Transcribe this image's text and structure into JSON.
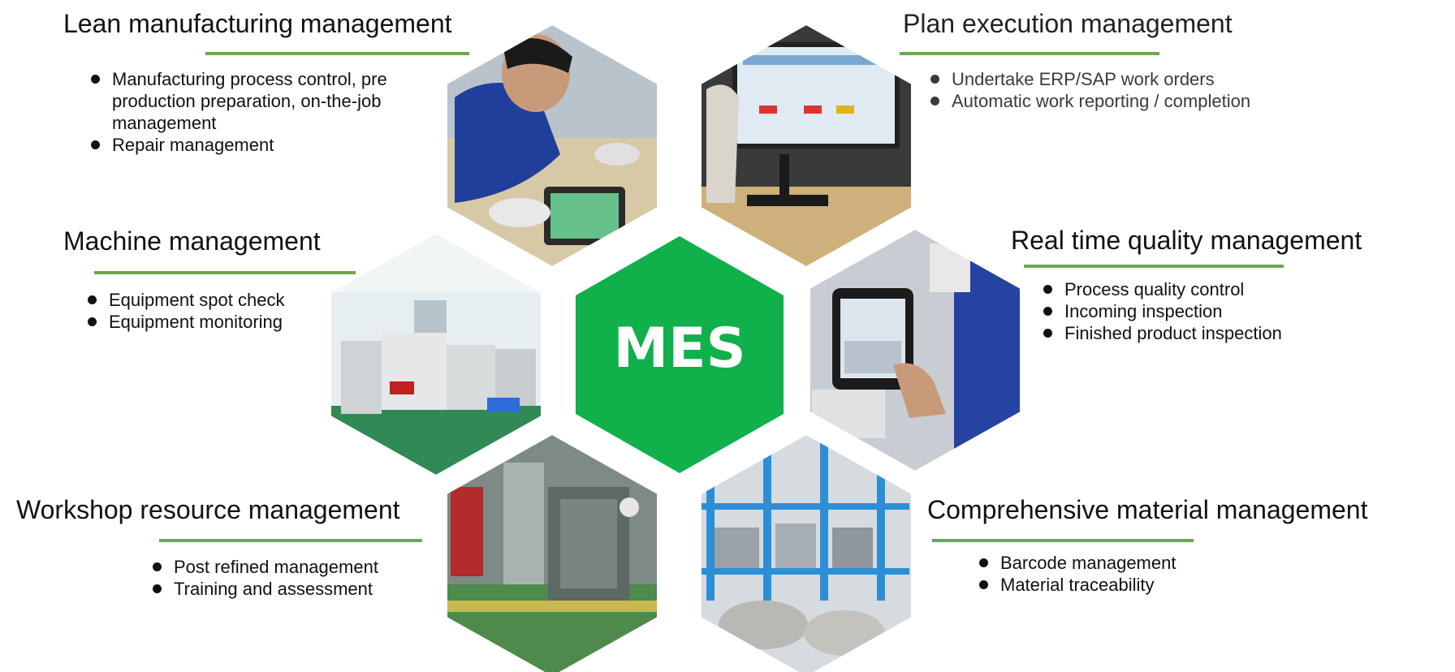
{
  "center": {
    "label": "MES",
    "color": "#10b04a"
  },
  "accent_color": "#6aa84f",
  "sections": {
    "lean": {
      "title": "Lean manufacturing management",
      "items": [
        "Manufacturing process control, pre",
        "production preparation, on-the-job",
        "management",
        "Repair management"
      ]
    },
    "plan": {
      "title": "Plan execution management",
      "items": [
        "Undertake ERP/SAP work orders",
        "Automatic work reporting / completion"
      ]
    },
    "machine": {
      "title": "Machine management",
      "items": [
        "Equipment spot check",
        "Equipment monitoring"
      ]
    },
    "quality": {
      "title": "Real time quality management",
      "items": [
        "Process quality control",
        "Incoming inspection",
        "Finished product inspection"
      ]
    },
    "workshop": {
      "title": "Workshop resource management",
      "items": [
        "Post refined management",
        "Training and assessment"
      ]
    },
    "material": {
      "title": "Comprehensive material management",
      "items": [
        "Barcode management",
        "Material traceability"
      ]
    }
  }
}
